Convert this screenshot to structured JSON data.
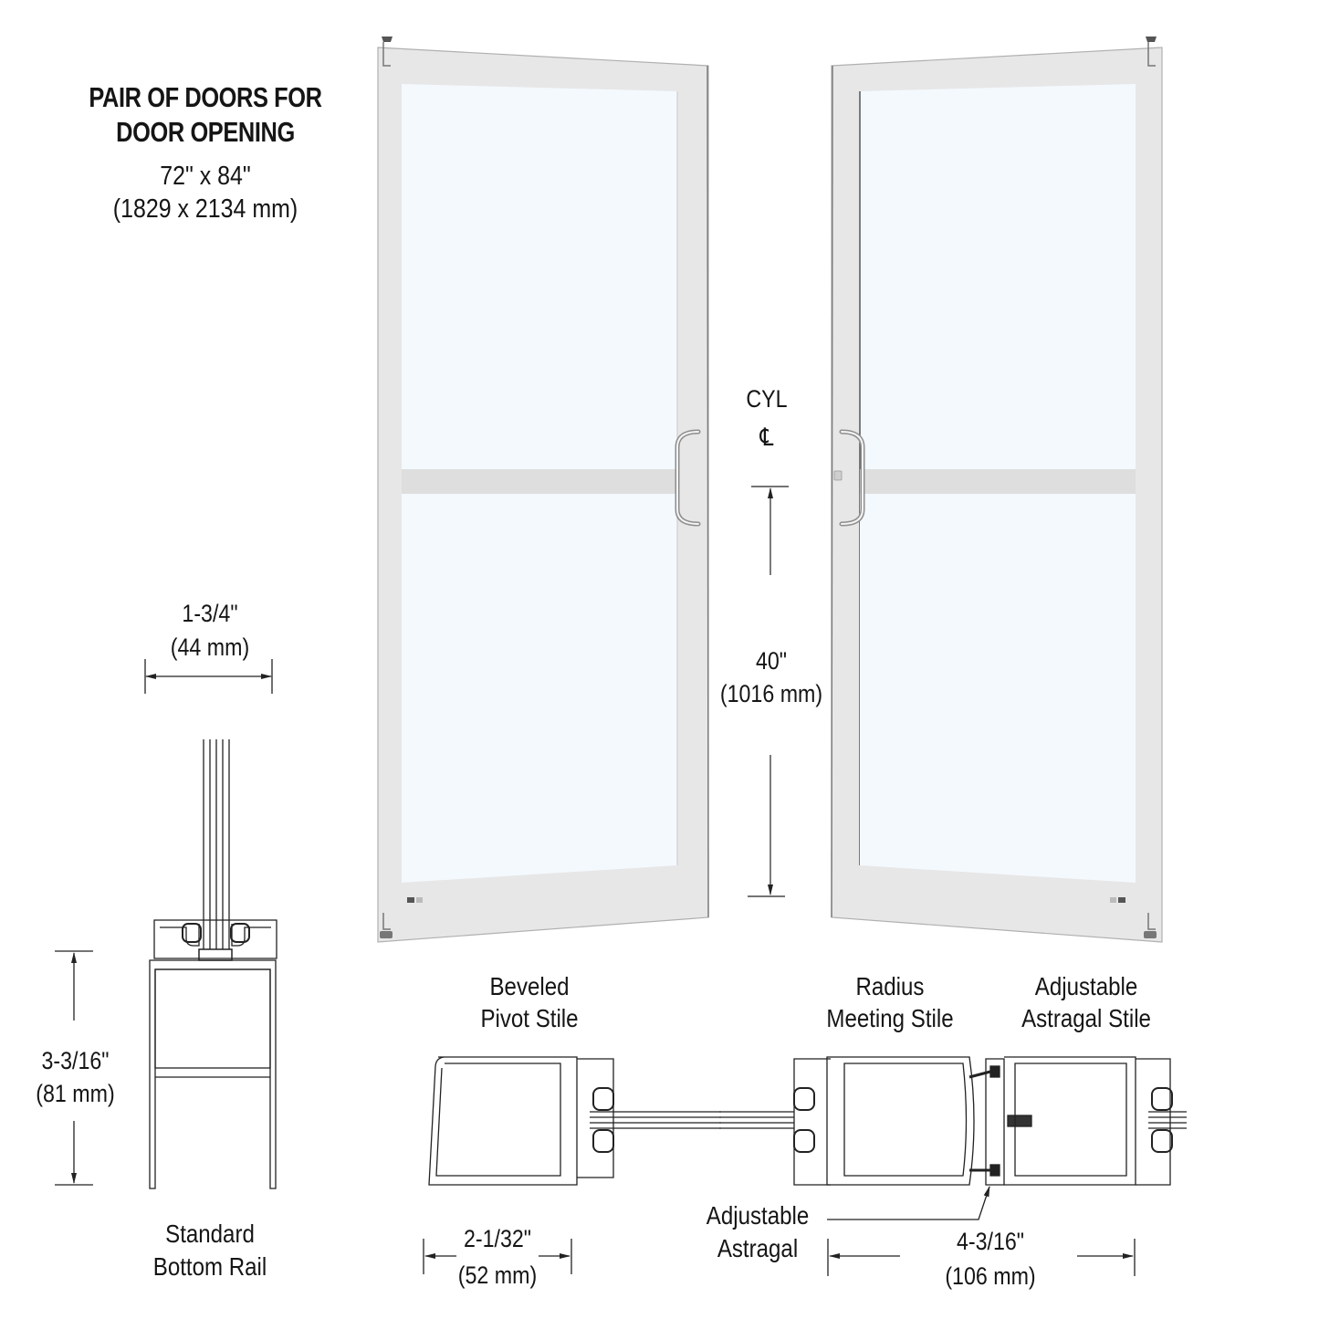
{
  "header": {
    "title_line1": "PAIR OF DOORS FOR",
    "title_line2": "DOOR OPENING",
    "size_imperial": "72\" x 84\"",
    "size_metric": "(1829 x 2134 mm)"
  },
  "elevation": {
    "cyl_label": "CYL",
    "centerline_symbol": "℄",
    "height_imperial": "40\"",
    "height_metric": "(1016 mm)"
  },
  "bottom_rail": {
    "glass_width_imperial": "1-3/4\"",
    "glass_width_metric": "(44 mm)",
    "height_imperial": "3-3/16\"",
    "height_metric": "(81 mm)",
    "caption_line1": "Standard",
    "caption_line2": "Bottom Rail"
  },
  "pivot_stile": {
    "caption_line1": "Beveled",
    "caption_line2": "Pivot Stile",
    "width_imperial": "2-1/32\"",
    "width_metric": "(52 mm)"
  },
  "meeting_stile": {
    "caption_line1": "Radius",
    "caption_line2": "Meeting Stile"
  },
  "astragal_stile": {
    "caption_line1": "Adjustable",
    "caption_line2": "Astragal Stile",
    "callout_line1": "Adjustable",
    "callout_line2": "Astragal",
    "width_imperial": "4-3/16\"",
    "width_metric": "(106 mm)"
  },
  "colors": {
    "frame": "#e6e6e6",
    "frame_edge": "#9a9a9a",
    "glass": "#f4f9fe",
    "line": "#222222",
    "background": "#ffffff"
  }
}
